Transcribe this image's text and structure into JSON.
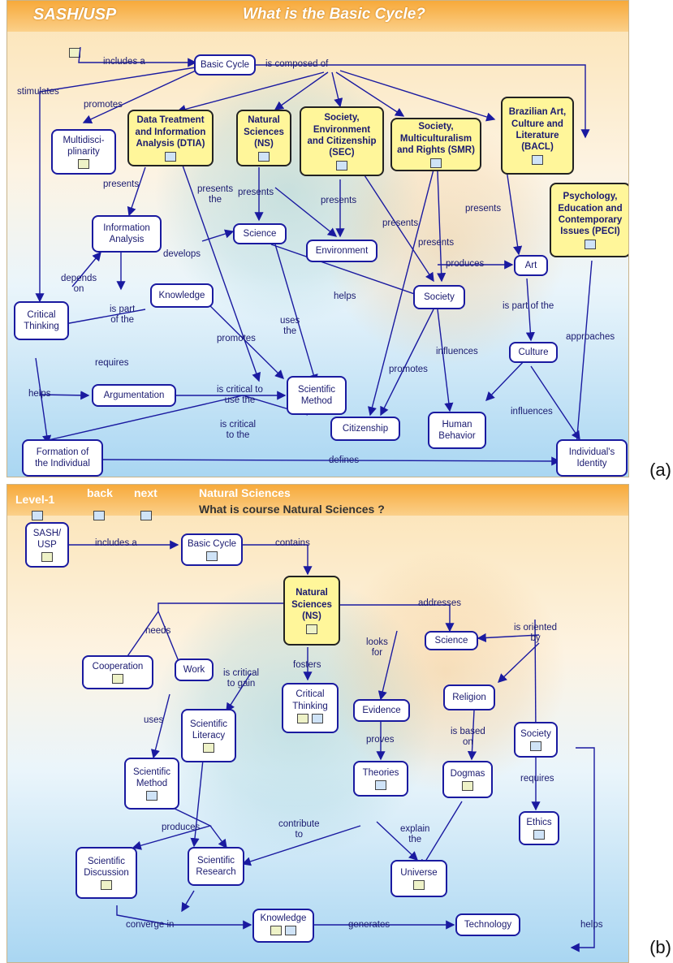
{
  "panel_a": {
    "logo": "SASH/USP",
    "title": "What is the Basic Cycle?",
    "marker": "(a)",
    "nodes": {
      "basic_cycle": "Basic Cycle",
      "multidisciplinarity": "Multidisci-\nplinarity",
      "dtia": "Data Treatment\nand Information\nAnalysis (DTIA)",
      "ns": "Natural\nSciences\n(NS)",
      "sec": "Society,\nEnvironment\nand Citizenship\n(SEC)",
      "smr": "Society,\nMulticulturalism\nand Rights (SMR)",
      "bacl": "Brazilian Art,\nCulture and\nLiterature\n(BACL)",
      "peci": "Psychology,\nEducation and\nContemporary\nIssues (PECI)",
      "information_analysis": "Information\nAnalysis",
      "science": "Science",
      "environment": "Environment",
      "knowledge": "Knowledge",
      "critical_thinking": "Critical\nThinking",
      "society": "Society",
      "art": "Art",
      "culture": "Culture",
      "argumentation": "Argumentation",
      "scientific_method": "Scientific\nMethod",
      "citizenship": "Citizenship",
      "human_behavior": "Human\nBehavior",
      "formation": "Formation of\nthe Individual",
      "identity": "Individual's\nIdentity"
    },
    "labels": {
      "includes_a": "includes a",
      "is_composed_of": "is composed of",
      "stimulates": "stimulates",
      "promotes_1": "promotes",
      "presents_1": "presents",
      "presents_the": "presents\nthe",
      "presents_2": "presents",
      "presents_3": "presents",
      "presents_4": "presents",
      "presents_5": "presents",
      "presents_6": "presents",
      "develops": "develops",
      "depends_on": "depends\non",
      "is_part_of_the_1": "is part\nof the",
      "helps_1": "helps",
      "uses_the": "uses\nthe",
      "promotes_2": "promotes",
      "requires": "requires",
      "produces": "produces",
      "is_part_of_the_2": "is part of the",
      "approaches": "approaches",
      "influences_1": "influences",
      "promotes_3": "promotes",
      "helps_2": "helps",
      "is_critical_to_use_the": "is critical to\nuse the",
      "is_critical_to_the": "is critical\nto the",
      "influences_2": "influences",
      "defines": "defines"
    }
  },
  "panel_b": {
    "nav_level": "Level-1",
    "nav_back": "back",
    "nav_next": "next",
    "header_title": "Natural Sciences",
    "header_question": "What is course Natural Sciences ?",
    "marker": "(b)",
    "nodes": {
      "sash_usp": "SASH/\nUSP",
      "basic_cycle": "Basic Cycle",
      "ns": "Natural\nSciences\n(NS)",
      "cooperation": "Cooperation",
      "work": "Work",
      "critical_thinking": "Critical\nThinking",
      "science": "Science",
      "evidence": "Evidence",
      "religion": "Religion",
      "scientific_literacy": "Scientific\nLiteracy",
      "scientific_method": "Scientific\nMethod",
      "theories": "Theories",
      "dogmas": "Dogmas",
      "society": "Society",
      "scientific_discussion": "Scientific\nDiscussion",
      "scientific_research": "Scientific\nResearch",
      "universe": "Universe",
      "ethics": "Ethics",
      "knowledge": "Knowledge",
      "technology": "Technology"
    },
    "labels": {
      "includes_a": "includes a",
      "contains": "contains",
      "addresses": "addresses",
      "needs": "needs",
      "fosters": "fosters",
      "looks_for": "looks\nfor",
      "is_oriented_by": "is oriented\nby",
      "is_critical_to_gain": "is critical\nto gain",
      "uses": "uses",
      "proves": "proves",
      "is_based_on": "is based\non",
      "produces": "produces",
      "contribute_to": "contribute\nto",
      "explain_the": "explain\nthe",
      "requires": "requires",
      "converge_in": "converge in",
      "generates": "generates",
      "helps": "helps"
    }
  }
}
